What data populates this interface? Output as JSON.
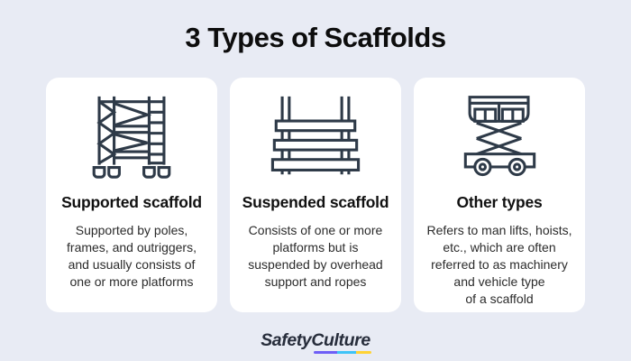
{
  "title": "3 Types of Scaffolds",
  "cards": [
    {
      "icon": "supported-scaffold-icon",
      "heading": "Supported scaffold",
      "body": "Supported by poles,\nframes, and outriggers,\nand usually consists of\none or more platforms"
    },
    {
      "icon": "suspended-scaffold-icon",
      "heading": "Suspended scaffold",
      "body": "Consists of one or more\nplatforms but is\nsuspended by overhead\nsupport and ropes"
    },
    {
      "icon": "scissor-lift-icon",
      "heading": "Other types",
      "body": "Refers to man lifts, hoists,\netc., which are often\nreferred to as machinery\nand vehicle type\nof a scaffold"
    }
  ],
  "footer": {
    "brand_first": "Safety",
    "brand_second": "Culture"
  },
  "colors": {
    "background": "#e8ebf4",
    "card": "#ffffff",
    "icon_stroke": "#2e3a48",
    "title_text": "#0d0d0d",
    "heading_text": "#111111",
    "body_text": "#2b2b2b",
    "brand_text": "#272d3b",
    "brand_underline_purple": "#6e5ef6",
    "brand_underline_cyan": "#3fc3f7",
    "brand_underline_yellow": "#ffd335"
  }
}
